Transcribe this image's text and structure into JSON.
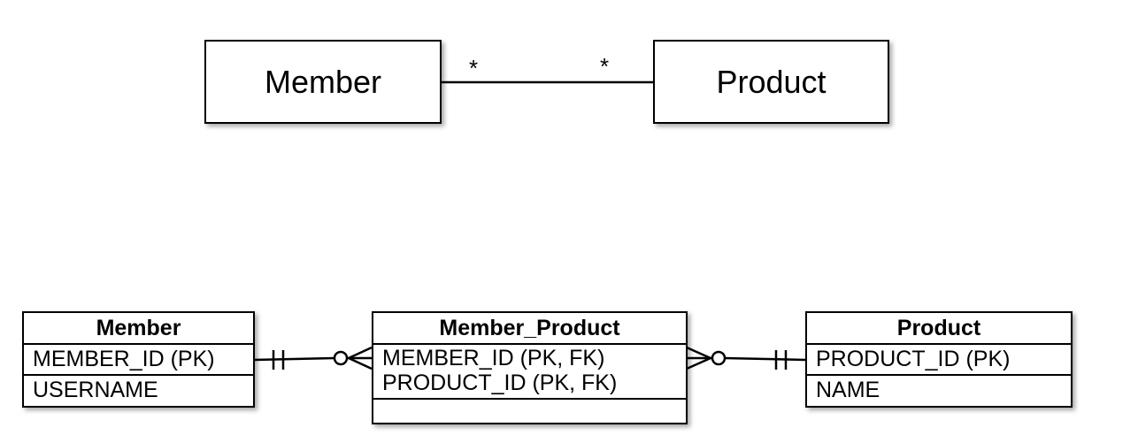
{
  "uml": {
    "left_entity": "Member",
    "right_entity": "Product",
    "left_multiplicity": "*",
    "right_multiplicity": "*"
  },
  "erd": {
    "member": {
      "title": "Member",
      "pk": [
        "MEMBER_ID (PK)"
      ],
      "attrs": [
        "USERNAME"
      ]
    },
    "member_product": {
      "title": "Member_Product",
      "pk": [
        "MEMBER_ID (PK, FK)",
        "PRODUCT_ID (PK, FK)"
      ],
      "attrs": []
    },
    "product": {
      "title": "Product",
      "pk": [
        "PRODUCT_ID (PK)"
      ],
      "attrs": [
        "NAME"
      ]
    }
  }
}
